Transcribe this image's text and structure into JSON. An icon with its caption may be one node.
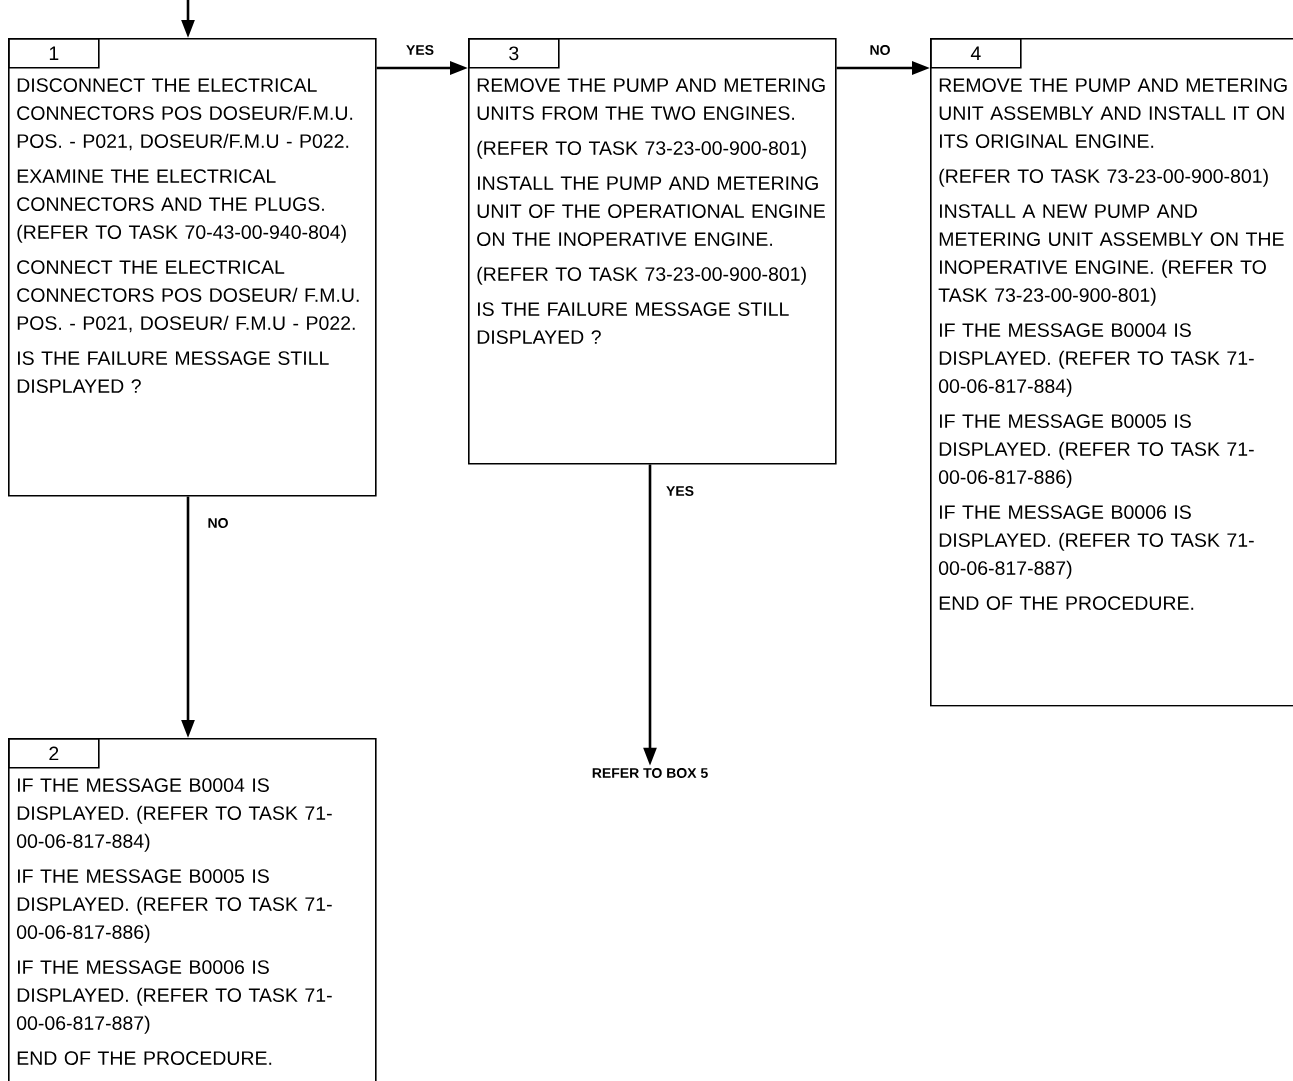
{
  "diagram": {
    "nodes": [
      {
        "text": [
          "1",
          "DISCONNECT THE ELECTRICAL CONNECTORS POS DOSEUR/F.M.U. POS. - P021, DOSEUR/F.M.U - P022.",
          "EXAMINE THE ELECTRICAL CONNECTORS AND THE PLUGS. (REFER TO TASK 70-43-00-940-804)",
          "CONNECT THE ELECTRICAL CONNECTORS POS DOSEUR/ F.M.U. POS. - P021, DOSEUR/ F.M.U - P022.",
          "IS THE FAILURE MESSAGE STILL DISPLAYED ?"
        ]
      },
      {
        "text": [
          "3",
          "REMOVE THE PUMP AND METERING UNITS FROM THE TWO ENGINES.",
          "(REFER TO TASK 73-23-00-900-801)",
          "INSTALL THE PUMP AND METERING UNIT OF THE OPERATIONAL ENGINE ON THE INOPERATIVE ENGINE.",
          "(REFER TO TASK 73-23-00-900-801)",
          "IS THE FAILURE MESSAGE STILL DISPLAYED ?"
        ]
      },
      {
        "text": [
          "4",
          "REMOVE THE PUMP AND METERING UNIT ASSEMBLY AND INSTALL IT ON ITS ORIGINAL ENGINE.",
          "(REFER TO TASK 73-23-00-900-801)",
          "INSTALL A NEW PUMP AND METERING UNIT ASSEMBLY ON THE INOPERATIVE ENGINE. (REFER TO TASK 73-23-00-900-801)",
          "IF THE MESSAGE B0004 IS DISPLAYED. (REFER TO TASK 71-00-06-817-884)",
          "IF THE MESSAGE B0005 IS DISPLAYED. (REFER TO TASK 71-00-06-817-886)",
          "IF THE MESSAGE B0006 IS DISPLAYED. (REFER TO TASK 71-00-06-817-887)",
          "END OF THE PROCEDURE."
        ]
      },
      {
        "text": [
          "2",
          "IF THE MESSAGE B0004 IS DISPLAYED. (REFER TO TASK 71-00-06-817-884)",
          "IF THE MESSAGE B0005 IS DISPLAYED. (REFER TO TASK 71-00-06-817-886)",
          "IF THE MESSAGE B0006 IS DISPLAYED. (REFER TO TASK 71-00-06-817-887)",
          "END OF THE PROCEDURE."
        ]
      },
      {
        "text": [
          "REFER TO BOX 5"
        ]
      }
    ],
    "edges": [
      {
        "from": null,
        "to": 0,
        "arrow": "to"
      },
      {
        "from": 0,
        "to": 1,
        "arrow": "to",
        "label": "YES"
      },
      {
        "from": 1,
        "to": 2,
        "arrow": "to",
        "label": "NO"
      },
      {
        "from": 0,
        "to": 3,
        "arrow": "to",
        "label": "NO"
      },
      {
        "from": 1,
        "to": 4,
        "arrow": "to",
        "label": "YES"
      }
    ]
  }
}
